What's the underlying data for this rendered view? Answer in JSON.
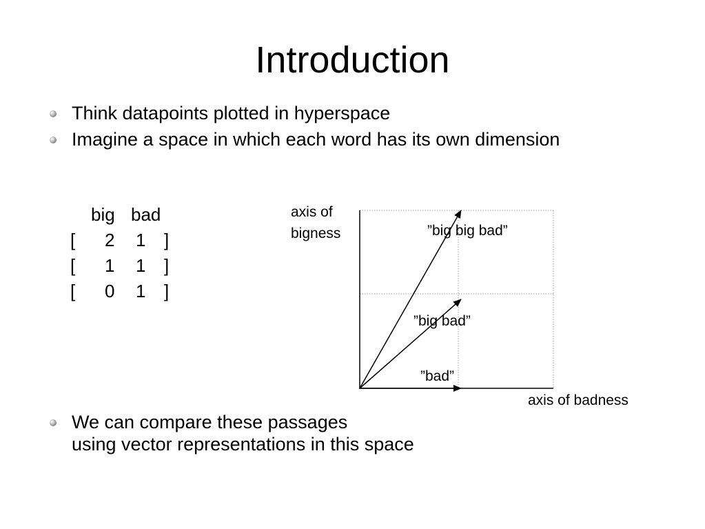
{
  "slide": {
    "title": "Introduction",
    "bullets_top": [
      "Think datapoints plotted in hyperspace",
      "Imagine a space in which each word has its own dimension"
    ],
    "bullet_bottom_line1": "We can compare these passages",
    "bullet_bottom_line2": "using vector representations in this space"
  },
  "matrix": {
    "headers": [
      "big",
      "bad"
    ],
    "rows": [
      [
        "[",
        "2",
        "1",
        "]"
      ],
      [
        "[",
        "1",
        "1",
        "]"
      ],
      [
        "[",
        "0",
        "1",
        "]"
      ]
    ]
  },
  "diagram": {
    "y_axis_label_line1": "axis of",
    "y_axis_label_line2": "bigness",
    "x_axis_label": "axis of badness",
    "vectors": [
      {
        "label": "”big big bad”",
        "badness": 1,
        "bigness": 2
      },
      {
        "label": "”big bad”",
        "badness": 1,
        "bigness": 1
      },
      {
        "label": "”bad”",
        "badness": 1,
        "bigness": 0
      }
    ]
  }
}
